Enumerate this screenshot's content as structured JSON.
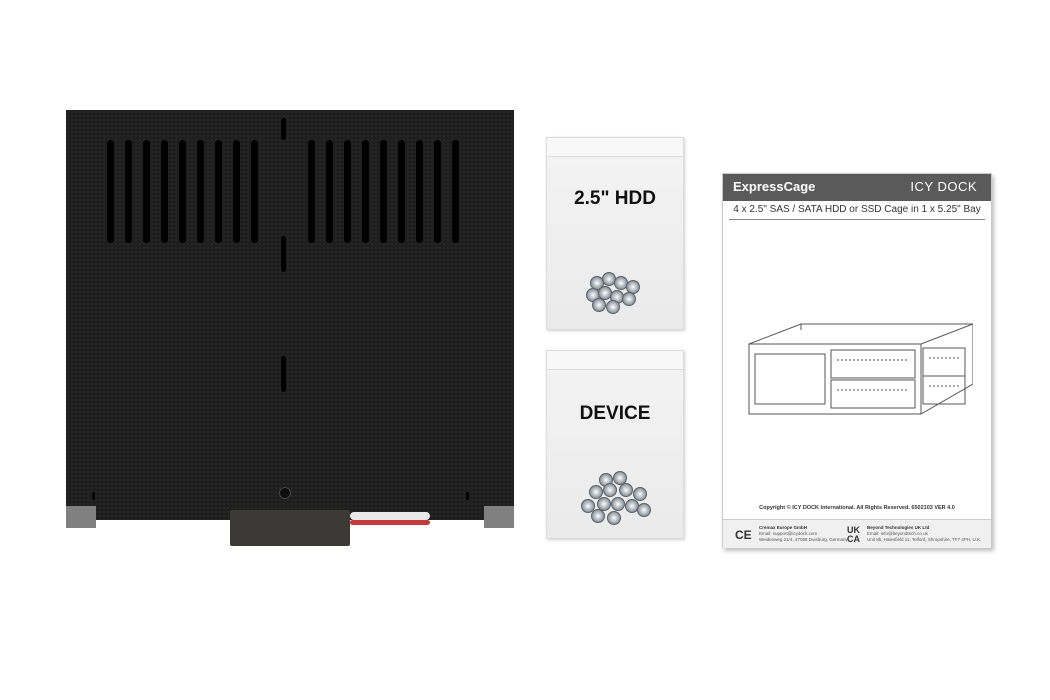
{
  "bags": [
    {
      "label": "2.5\" HDD"
    },
    {
      "label": "DEVICE"
    }
  ],
  "manual": {
    "title": "ExpressCage",
    "brand": "ICY DOCK",
    "subtitle": "4 x 2.5\" SAS / SATA HDD or SSD Cage in 1 x 5.25\" Bay",
    "copyright": "Copyright © ICY DOCK International. All Rights Reserved. 6502103 VER 4.0",
    "footer": {
      "ce_mark": "CE",
      "eu_company": "Cremax Europe GmbH",
      "eu_email": "Email: support@icydock.com",
      "eu_address": "Weidenweg 21/4, 47058 Duisburg, Germany",
      "uk_mark": "UKCA",
      "uk_company": "Beyond Technologies UK Ltd",
      "uk_email": "Email: info@beyondtech.co.uk",
      "uk_address": "Unit 8b, Halesfield 11, Telford, Shropshire, TF7 4PH, U.K."
    }
  }
}
